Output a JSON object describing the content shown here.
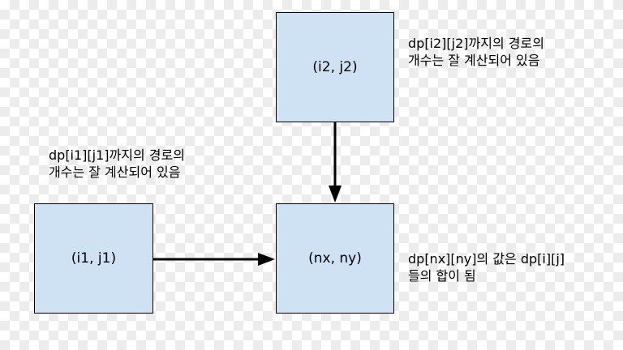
{
  "colors": {
    "node_fill": "#cfe2f3",
    "stroke": "#000000"
  },
  "nodes": {
    "top": {
      "label": "(i2, j2)"
    },
    "left": {
      "label": "(i1, j1)"
    },
    "center": {
      "label": "(nx, ny)"
    }
  },
  "notes": {
    "top": {
      "line1": "dp[i2][j2]까지의 경로의",
      "line2": "개수는 잘 계산되어 있음"
    },
    "left": {
      "line1": "dp[i1][j1]까지의 경로의",
      "line2": "개수는 잘 계산되어 있음"
    },
    "center": {
      "line1": "dp[nx][ny]의 값은 dp[i][j]",
      "line2": "들의 합이 됨"
    }
  }
}
